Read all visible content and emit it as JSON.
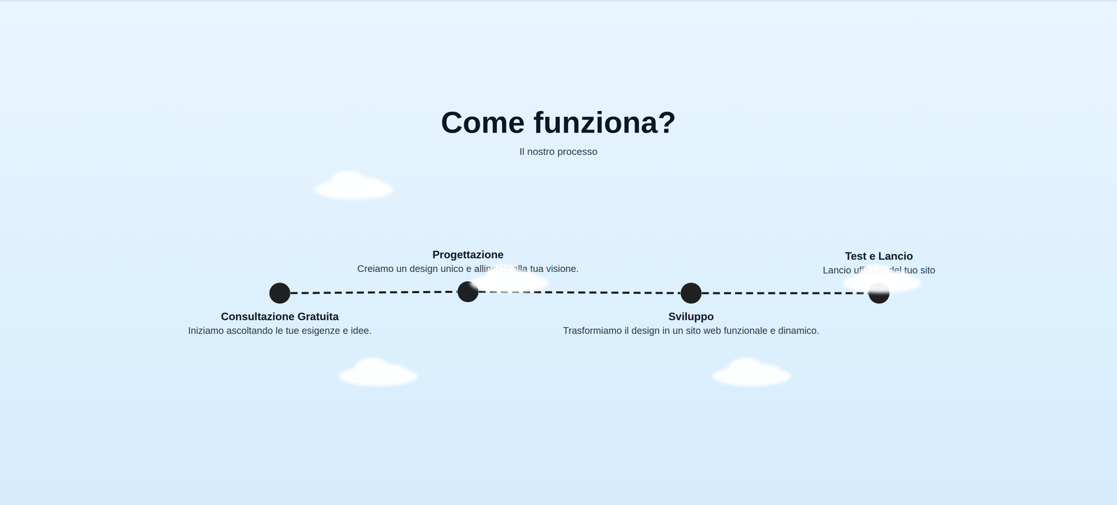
{
  "diagram": {
    "title": "Come funziona?",
    "nodes": [
      {
        "text": [
          "Consultazione Gratuita",
          "Iniziamo ascoltando le tue esigenze e idee."
        ]
      },
      {
        "text": [
          "Progettazione",
          "Creiamo un design unico e allineato alla tua visione."
        ]
      },
      {
        "text": [
          "Sviluppo",
          "Trasformiamo il design in un sito web funzionale e dinamico."
        ]
      },
      {
        "text": [
          "Test e Lancio",
          "Lancio ufficiale del tuo sito"
        ]
      }
    ],
    "edges": [
      {
        "from": 0,
        "to": 1,
        "arrow": "none"
      },
      {
        "from": 1,
        "to": 2,
        "arrow": "none"
      },
      {
        "from": 2,
        "to": 3,
        "arrow": "none"
      }
    ],
    "labels": [
      "Il nostro processo"
    ]
  }
}
